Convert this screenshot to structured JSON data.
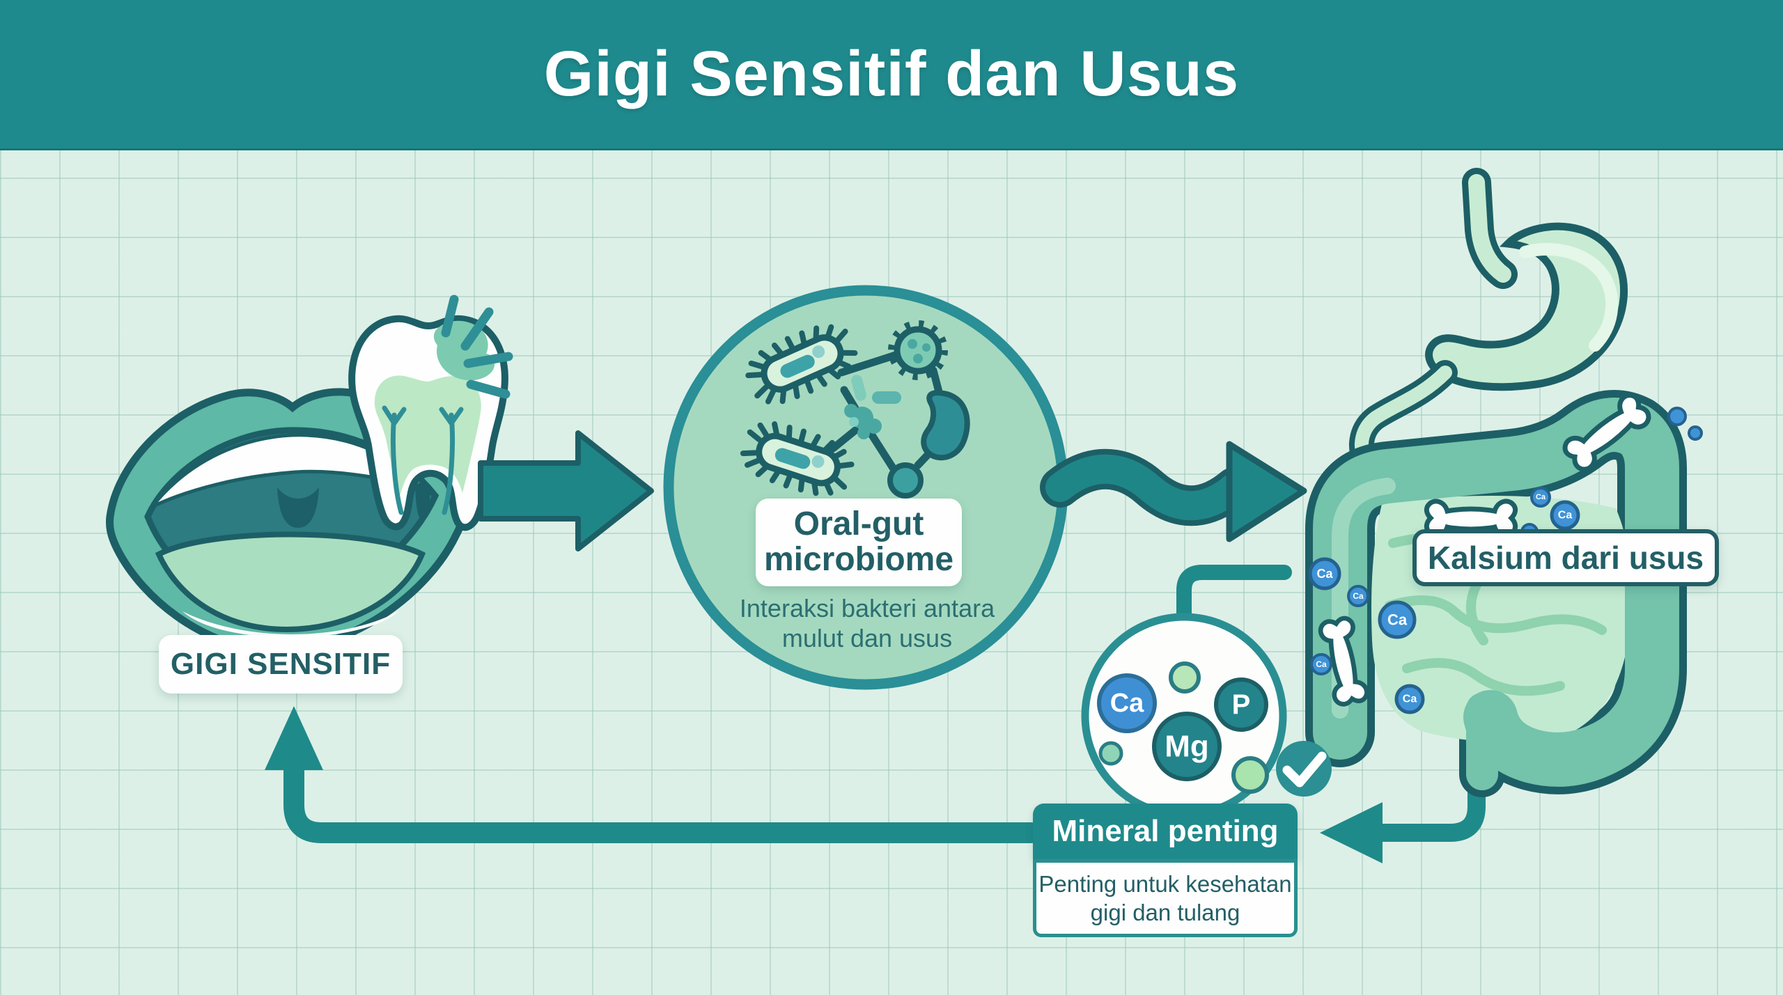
{
  "header": {
    "title": "Gigi Sensitif dan Usus"
  },
  "flow": {
    "mouth": {
      "label": "GIGI SENSITIF"
    },
    "microbiome": {
      "title_line1": "Oral-gut",
      "title_line2": "microbiome",
      "subtitle_line1": "Interaksi bakteri antara",
      "subtitle_line2": "mulut dan usus"
    },
    "intestine": {
      "label": "Kalsium dari usus",
      "ca_symbol": "Ca"
    },
    "minerals": {
      "ca": "Ca",
      "p": "P",
      "mg": "Mg",
      "box_title": "Mineral penting",
      "box_line1": "Penting untuk kesehatan",
      "box_line2": "gigi dan tulang"
    }
  },
  "icons": {
    "checkmark": "✓"
  },
  "colors": {
    "header_teal": "#1f8a8d",
    "outline_dark_teal": "#1d5f66",
    "arrow_teal": "#1f8a8a",
    "label_text": "#235f66",
    "microbiome_circle_fill": "#a5d9bf",
    "microbiome_circle_border": "#2a8f96",
    "stomach_light_green": "#c8ecd3",
    "colon_green": "#74c3ab",
    "small_intestine_fill": "#c2ead0",
    "calcium_blue": "#3f93d6",
    "mineral_teal": "#23848b",
    "background": "#ddf0e7",
    "grid_line": "#c9e2d9",
    "white": "#fdfefd",
    "lips_teal": "#5eb9a6",
    "mouth_inner": "#2c7c82",
    "tongue_green": "#a9dec0"
  }
}
